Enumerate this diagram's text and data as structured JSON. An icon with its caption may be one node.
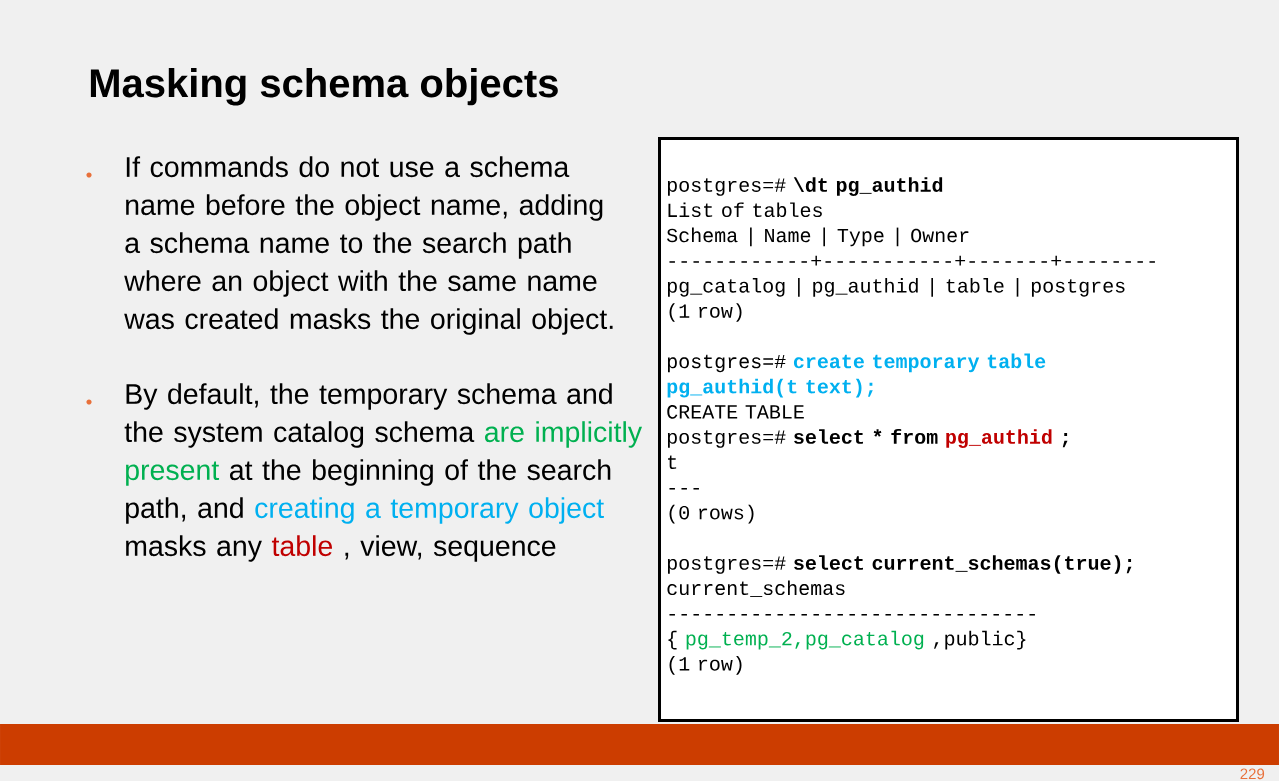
{
  "diagram": {
    "title": "Masking schema objects",
    "nodes": [
      {
        "text": [
          "postgres=#",
          "\\dt pg_authid",
          "List of tables",
          "Schema | Name | Type | Owner",
          "------------+-----------+-------+--------",
          "pg_catalog | pg_authid | table | postgres",
          "(1 row)",
          "postgres=#",
          "create temporary table",
          "pg_authid(t text);",
          "CREATE TABLE",
          "postgres=#",
          "select * from",
          "pg_authid",
          ";",
          "t",
          "---",
          "(0 rows)",
          "postgres=#",
          "select current_schemas(true);",
          "current_schemas",
          "-------------------------------",
          "{",
          "pg_temp_2,pg_catalog",
          ",public}",
          "(1 row)"
        ]
      }
    ],
    "labels": [
      "If commands do not use a schema name before the object name, adding a schema name to the search path where an object with the same name was created masks the original object.",
      "By default, the temporary schema and the system catalog schema",
      "are implicitly present",
      "at the beginning of the search path, and",
      "creating a temporary object",
      "masks any",
      "table",
      ", view, sequence",
      "229"
    ]
  }
}
